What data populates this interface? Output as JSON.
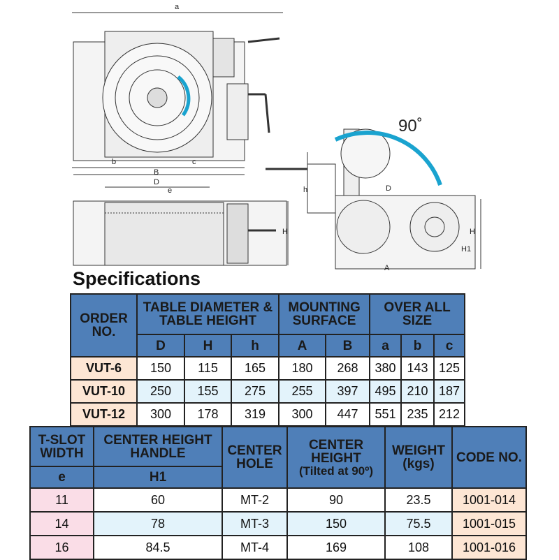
{
  "drawing": {
    "dimension_labels": {
      "a": "a",
      "b": "b",
      "B": "B",
      "c": "c",
      "D_top": "D",
      "e": "e",
      "H_front": "H",
      "h": "h",
      "D_side": "D",
      "H_side": "H",
      "H1": "H1",
      "A": "A"
    },
    "rotation_label": "90˚",
    "accent_color": "#1aa3cf"
  },
  "title": "Specifications",
  "table1": {
    "headers": {
      "order": "ORDER NO.",
      "group1": "TABLE DIAMETER & TABLE HEIGHT",
      "group2": "MOUNTING SURFACE",
      "group3": "OVER ALL SIZE",
      "sub": [
        "D",
        "H",
        "h",
        "A",
        "B",
        "a",
        "b",
        "c"
      ]
    },
    "rows": [
      {
        "order": "VUT-6",
        "values": [
          "150",
          "115",
          "165",
          "180",
          "268",
          "380",
          "143",
          "125"
        ]
      },
      {
        "order": "VUT-10",
        "values": [
          "250",
          "155",
          "275",
          "255",
          "397",
          "495",
          "210",
          "187"
        ]
      },
      {
        "order": "VUT-12",
        "values": [
          "300",
          "178",
          "319",
          "300",
          "447",
          "551",
          "235",
          "212"
        ]
      }
    ]
  },
  "table2": {
    "headers": {
      "tslot": "T-SLOT WIDTH",
      "tslot_sub": "e",
      "center_height_handle": "CENTER HEIGHT HANDLE",
      "center_height_handle_sub": "H1",
      "center_hole": "CENTER HOLE",
      "center_height": "CENTER HEIGHT",
      "center_height_note": "(Tilted at 90º)",
      "weight": "WEIGHT",
      "weight_unit": "(kgs)",
      "code": "CODE NO."
    },
    "rows": [
      {
        "e": "11",
        "h1": "60",
        "hole": "MT-2",
        "height": "90",
        "weight": "23.5",
        "code": "1001-014"
      },
      {
        "e": "14",
        "h1": "78",
        "hole": "MT-3",
        "height": "150",
        "weight": "75.5",
        "code": "1001-015"
      },
      {
        "e": "16",
        "h1": "84.5",
        "hole": "MT-4",
        "height": "169",
        "weight": "108",
        "code": "1001-016"
      }
    ]
  }
}
